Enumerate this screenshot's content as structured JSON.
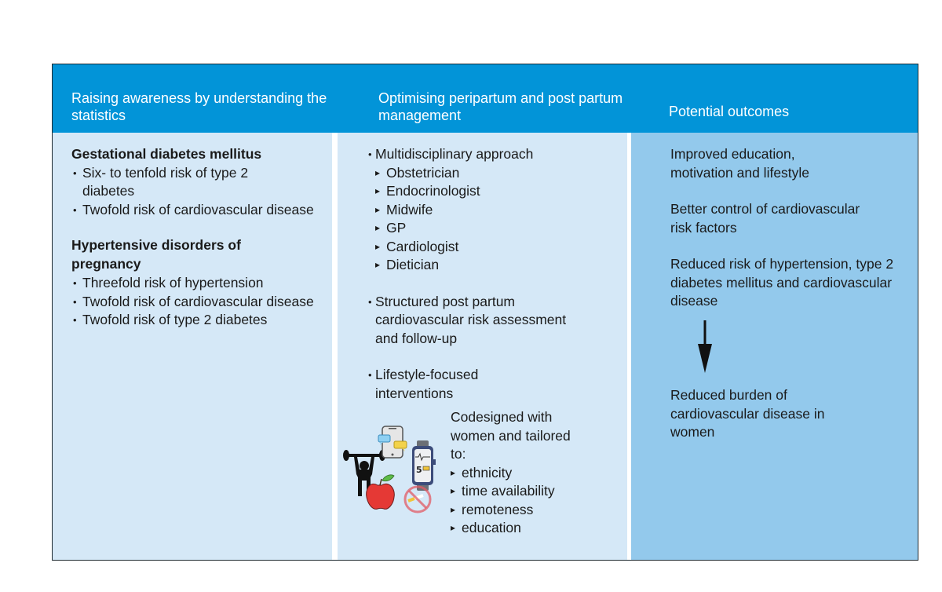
{
  "header": {
    "col1_title": "Raising awareness by understanding the statistics",
    "col2_title": "Optimising peripartum and post partum management",
    "col3_title": "Potential outcomes"
  },
  "colors": {
    "header_blue": "#0294d8",
    "light_panel": "#d5e8f7",
    "outcomes_panel": "#93c9ec"
  },
  "col1": {
    "sections": [
      {
        "heading": "Gestational diabetes mellitus",
        "bullets": [
          "Six- to tenfold risk of type 2 diabetes",
          "Twofold risk of cardiovascular disease"
        ]
      },
      {
        "heading": "Hypertensive disorders of pregnancy",
        "bullets": [
          "Threefold risk of hypertension",
          "Twofold risk of cardiovascular disease",
          "Twofold risk of type 2 diabetes"
        ]
      }
    ]
  },
  "col2": {
    "bullet1": "Multidisciplinary approach",
    "specialists": [
      "Obstetrician",
      "Endocrinologist",
      "Midwife",
      "GP",
      "Cardiologist",
      "Dietician"
    ],
    "bullet2": "Structured post partum cardiovascular risk assessment and follow-up",
    "bullet3": "Lifestyle-focused interventions",
    "codesign_text": "Codesigned with women and tailored to:",
    "tailored_to": [
      "ethnicity",
      "time availability",
      "remoteness",
      "education"
    ],
    "icons": [
      "weightlifting-icon",
      "smartphone-chat-icon",
      "smartwatch-icon",
      "apple-icon",
      "no-smoking-icon"
    ]
  },
  "col3": {
    "outcomes": [
      "Improved education, motivation and lifestyle",
      "Better control of cardiovascular risk factors",
      "Reduced risk of hypertension, type 2 diabetes mellitus and cardiovascular disease"
    ],
    "final_outcome": "Reduced burden of cardiovascular disease in women"
  }
}
